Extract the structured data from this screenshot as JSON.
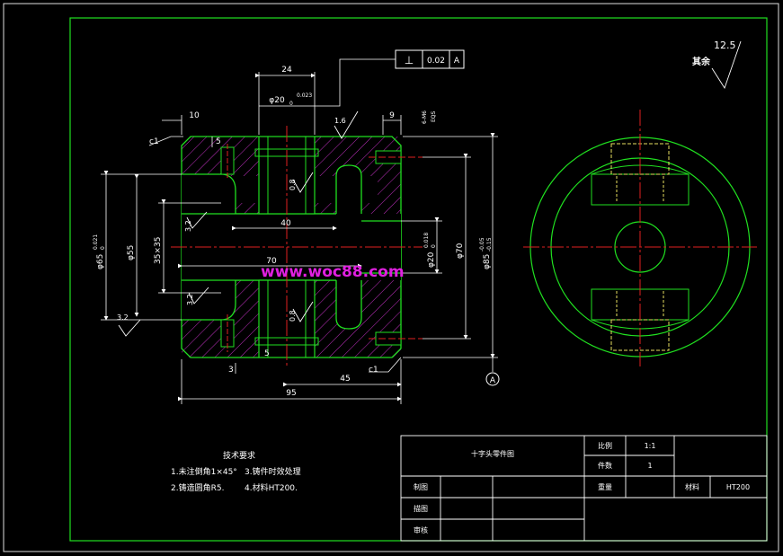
{
  "title_block": {
    "drawing_name": "十字头零件图",
    "scale_label": "比例",
    "scale_value": "1:1",
    "qty_label": "件数",
    "qty_value": "1",
    "weight_label": "重量",
    "material_label": "材料",
    "material_value": "HT200",
    "drawn_label": "制图",
    "designed_label": "描图",
    "checked_label": "审核"
  },
  "tech_requirements": {
    "heading": "技术要求",
    "items": [
      "1.未注倒角1×45°",
      "3.铸件时效处理",
      "2.铸造圆角R5.",
      "4.材料HT200."
    ]
  },
  "roughness": {
    "rest_label": "其余",
    "rest_value": "12.5",
    "top_value": "1.6",
    "bore_value": "0.8",
    "left_value": "3.2",
    "left2_value": "3.2",
    "lower_value": "0.8",
    "low_left_value": "3.2"
  },
  "tolerance_frame": {
    "symbol": "⊥",
    "value": "0.02",
    "datum": "A"
  },
  "datum_label": "A",
  "watermark": "www.woc88.com",
  "dimensions": {
    "d24": "24",
    "d10": "10",
    "d9": "9",
    "d5": "5",
    "d5b": "5",
    "d3": "3",
    "c1a": "c1",
    "c1b": "c1",
    "d40": "40",
    "d70": "70",
    "d45": "45",
    "d95": "95",
    "d35": "35×35",
    "d55": "φ55",
    "d65": "φ65",
    "d65tol": "0.021",
    "d65low": "0",
    "d20top": "φ20",
    "d20top_tol": "0.023",
    "d20top_low": "0",
    "d20r": "φ20",
    "d20r_tol": "0.018",
    "d20r_low": "0",
    "d70r": "φ70",
    "d85": "φ85",
    "d85tol": "-0.05",
    "d85low": "-0.15",
    "m6": "6-M6",
    "eqs": "EQS"
  }
}
